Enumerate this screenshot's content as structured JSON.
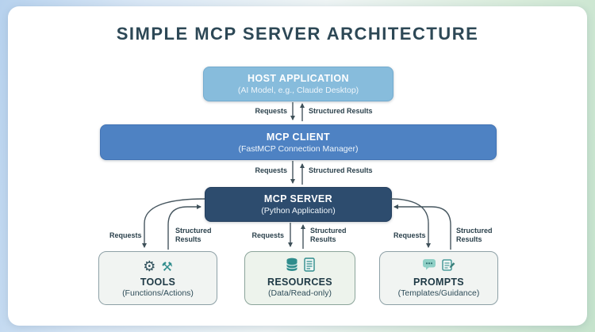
{
  "title": "SIMPLE MCP SERVER ARCHITECTURE",
  "nodes": {
    "host": {
      "title": "HOST APPLICATION",
      "subtitle": "(AI Model, e.g., Claude Desktop)"
    },
    "client": {
      "title": "MCP CLIENT",
      "subtitle": "(FastMCP Connection Manager)"
    },
    "server": {
      "title": "MCP SERVER",
      "subtitle": "(Python Application)"
    },
    "tools": {
      "title": "TOOLS",
      "subtitle": "(Functions/Actions)",
      "icons": [
        "gear-icon",
        "tools-icon"
      ]
    },
    "resources": {
      "title": "RESOURCES",
      "subtitle": "(Data/Read-only)",
      "icons": [
        "database-icon",
        "document-icon"
      ]
    },
    "prompts": {
      "title": "PROMPTS",
      "subtitle": "(Templates/Guidance)",
      "icons": [
        "chat-icon",
        "checklist-icon"
      ]
    }
  },
  "edges": {
    "requests": "Requests",
    "structured_results": "Structured Results"
  },
  "glyphs": {
    "gear": "⚙",
    "tools": "⚒"
  },
  "colors": {
    "host_bg": "#87bcdc",
    "client_bg": "#4e82c3",
    "server_bg": "#2d4c6e",
    "leaf_bg": "#f1f4f2",
    "leaf_border": "#8da0a6",
    "accent_teal": "#2f8c8c",
    "title_text": "#2d4856",
    "arrow": "#46565f"
  }
}
